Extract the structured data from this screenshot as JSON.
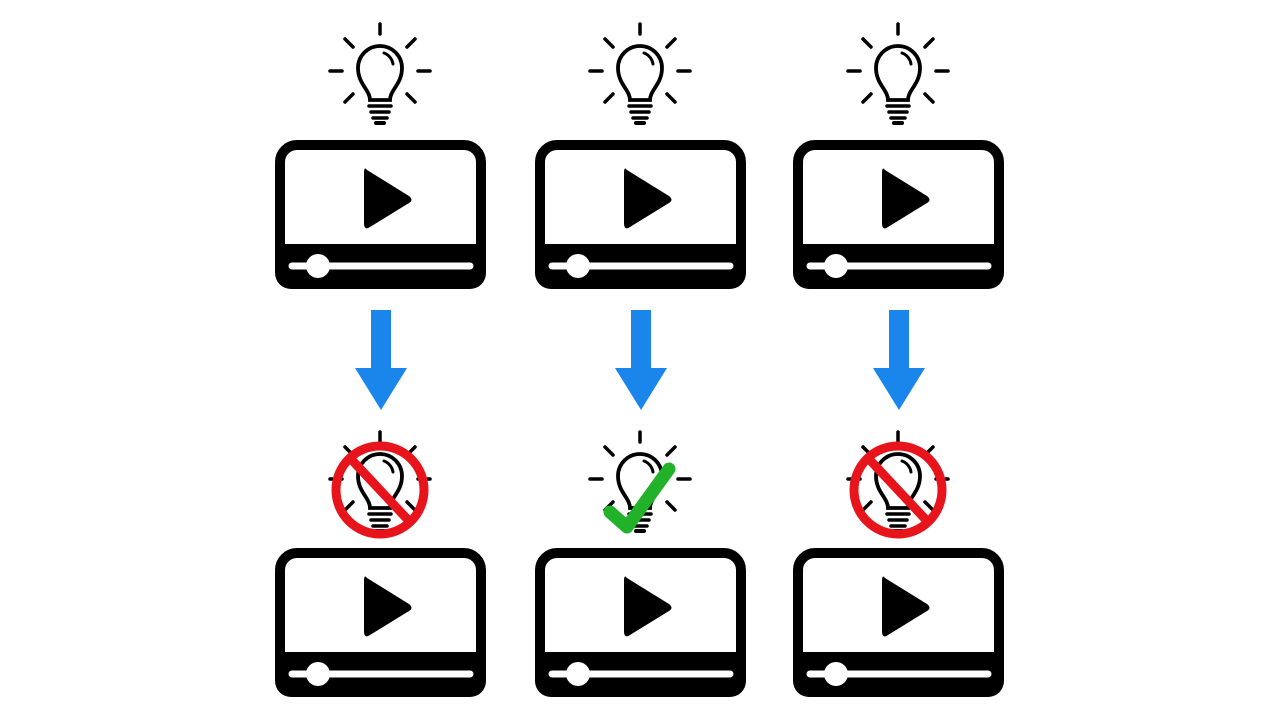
{
  "colors": {
    "ink": "#000000",
    "arrow": "#1a86ec",
    "prohibited": "#e8141c",
    "check": "#22b22a",
    "background": "#ffffff"
  },
  "columns": [
    {
      "top_icon": "lightbulb-icon",
      "player_icon": "video-player-icon",
      "arrow_icon": "arrow-down-icon",
      "bottom_status": "no-idea",
      "bottom_icon": "prohibited-lightbulb-icon"
    },
    {
      "top_icon": "lightbulb-icon",
      "player_icon": "video-player-icon",
      "arrow_icon": "arrow-down-icon",
      "bottom_status": "idea-kept",
      "bottom_icon": "checked-lightbulb-icon"
    },
    {
      "top_icon": "lightbulb-icon",
      "player_icon": "video-player-icon",
      "arrow_icon": "arrow-down-icon",
      "bottom_status": "no-idea",
      "bottom_icon": "prohibited-lightbulb-icon"
    }
  ]
}
